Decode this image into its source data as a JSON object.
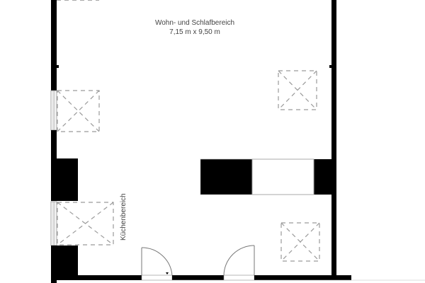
{
  "floorplan": {
    "rooms": [
      {
        "name": "Wohn- und Schlafbereich",
        "dimensions": "7,15 m x 9,50 m"
      },
      {
        "name": "Küchenbereich"
      }
    ],
    "colors": {
      "wall": "#000000",
      "skylight": "#9a9a9a",
      "door": "#777777",
      "background": "#ffffff"
    },
    "skylights": 5,
    "doors": 2
  }
}
